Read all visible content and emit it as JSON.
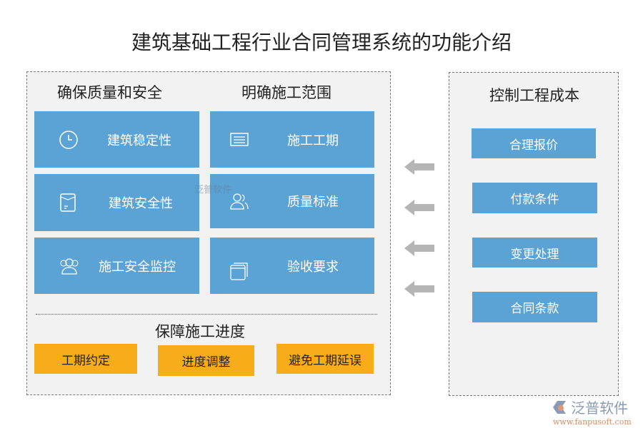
{
  "title": "建筑基础工程行业合同管理系统的功能介绍",
  "left": {
    "heading1": "确保质量和安全",
    "heading2": "明确施工范围",
    "col1": [
      {
        "label": "建筑稳定性",
        "icon": "clock-icon"
      },
      {
        "label": "建筑安全性",
        "icon": "envelope-icon"
      },
      {
        "label": "施工安全监控",
        "icon": "group-icon"
      }
    ],
    "col2": [
      {
        "label": "施工工期",
        "icon": "document-icon"
      },
      {
        "label": "质量标准",
        "icon": "users-icon"
      },
      {
        "label": "验收要求",
        "icon": "windows-icon"
      }
    ],
    "heading3": "保障施工进度",
    "orange": [
      "工期约定",
      "进度调整",
      "避免工期延误"
    ]
  },
  "right": {
    "heading": "控制工程成本",
    "items": [
      "合理报价",
      "付款条件",
      "变更处理",
      "合同条款"
    ]
  },
  "watermark": "泛普软件",
  "logo": {
    "name": "泛普软件",
    "url": "www.fanpusoft.com"
  },
  "colors": {
    "blue": "#5ba3d4",
    "orange": "#f7ad1a",
    "arrow": "#b5b5b5"
  }
}
